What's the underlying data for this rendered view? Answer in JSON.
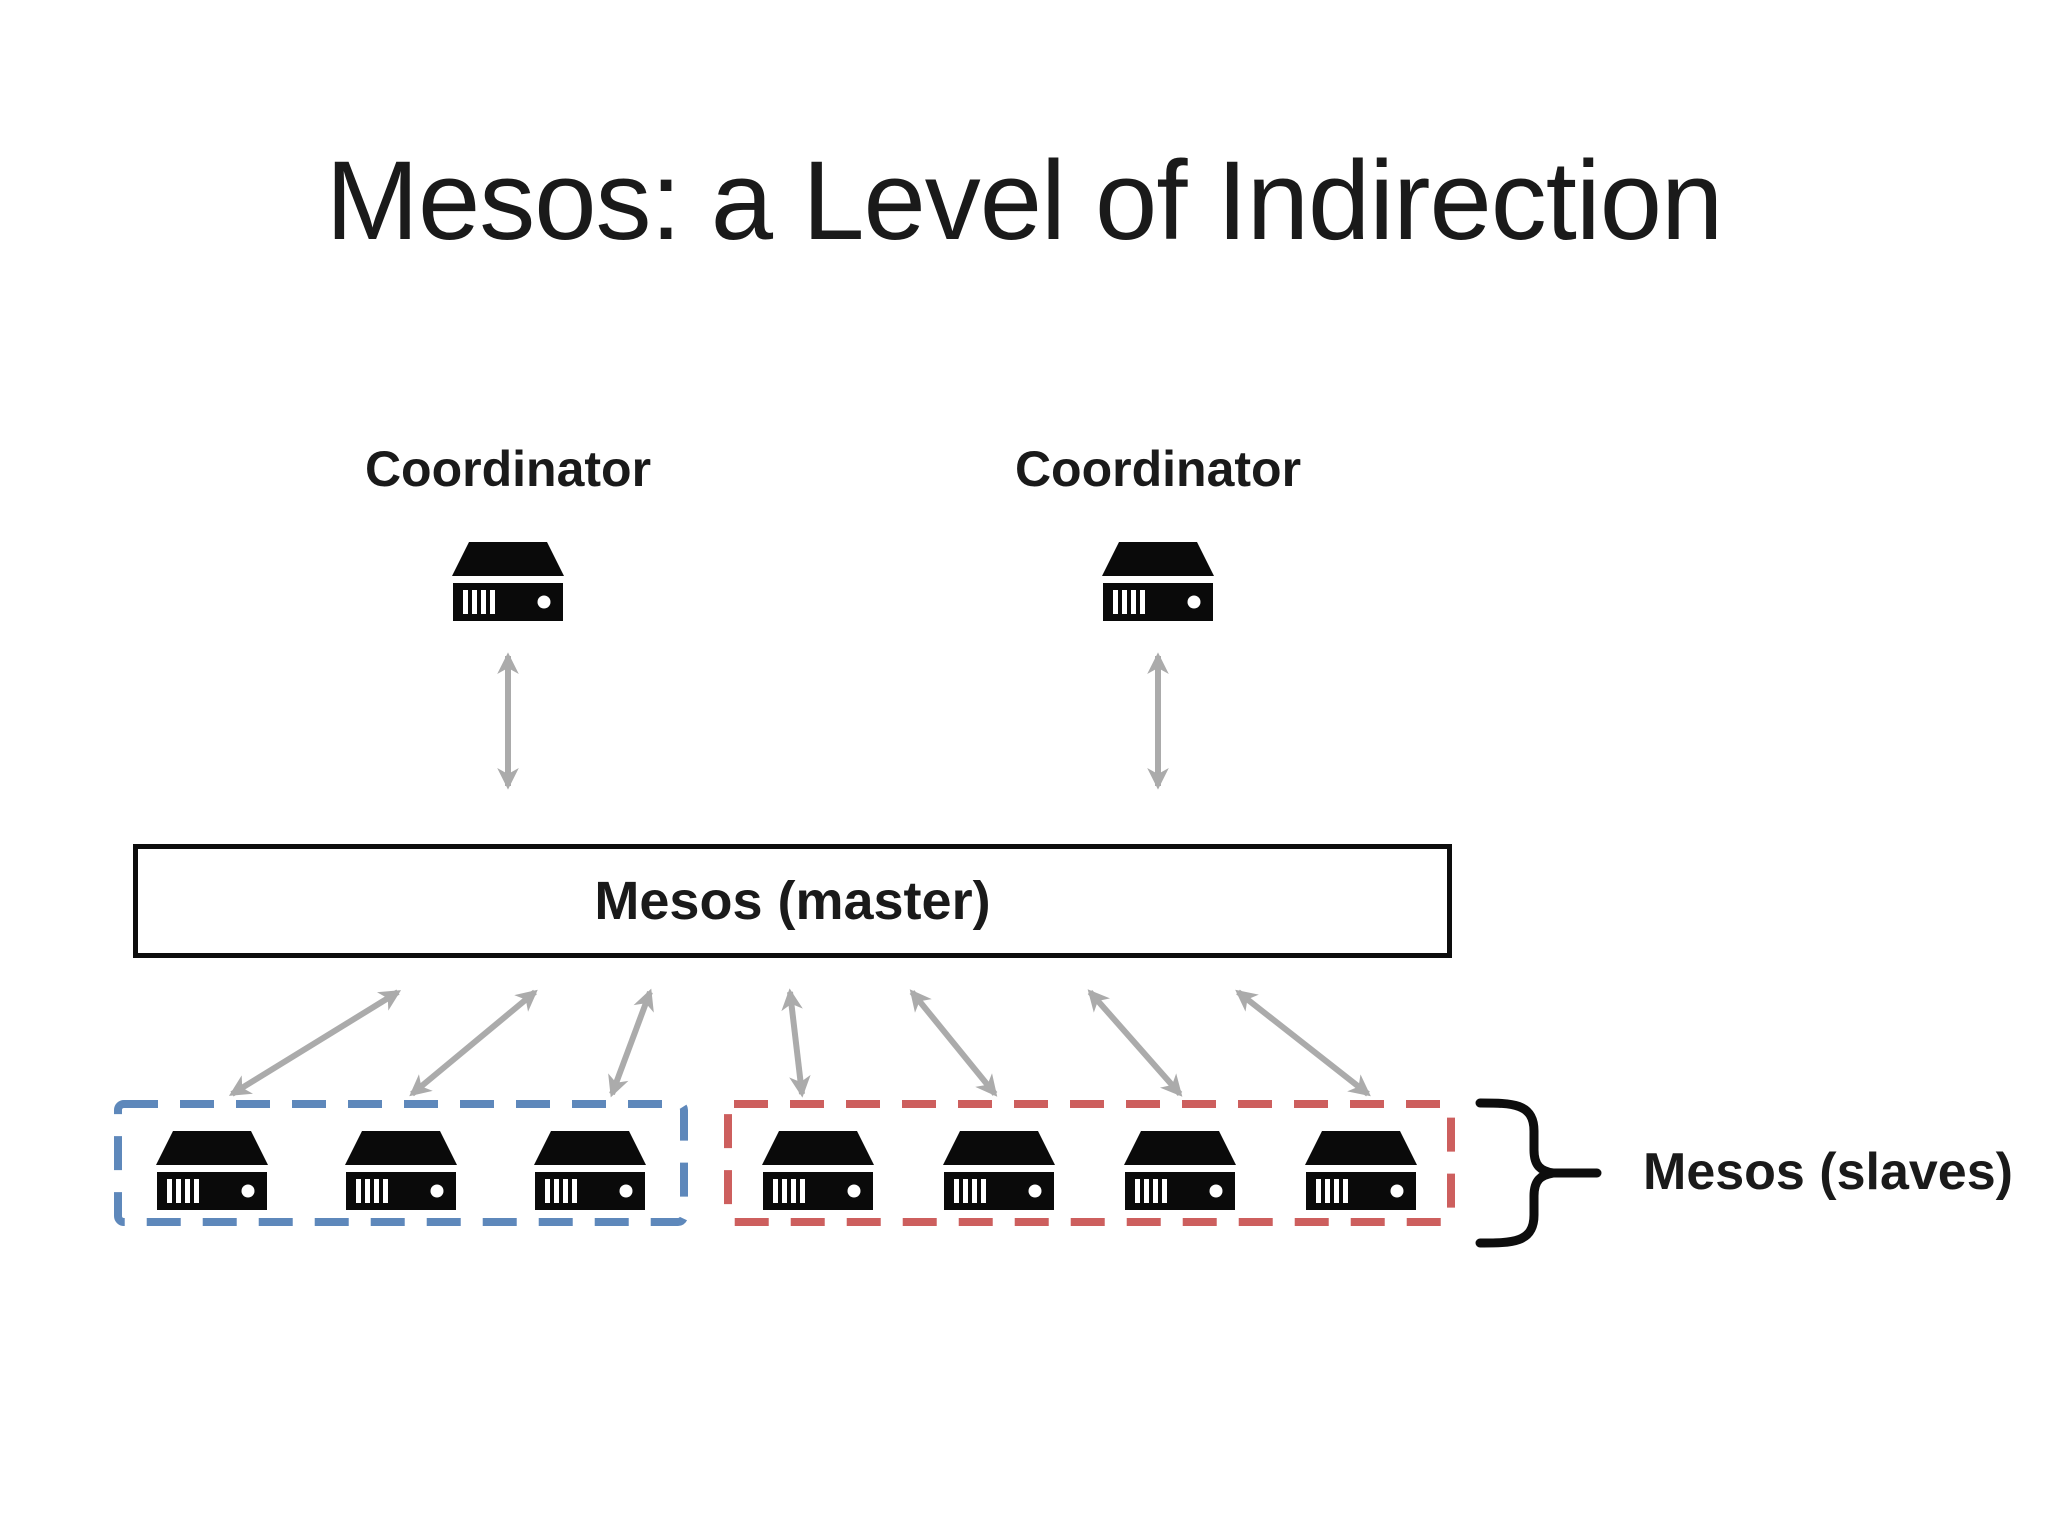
{
  "title": "Mesos: a Level of Indirection",
  "coordinators": [
    {
      "label": "Coordinator"
    },
    {
      "label": "Coordinator"
    }
  ],
  "master": {
    "label": "Mesos (master)"
  },
  "slaves": {
    "label": "Mesos (slaves)",
    "clusters": [
      {
        "id": "cluster-a",
        "color": "#5e88bb",
        "server_count": 3
      },
      {
        "id": "cluster-b",
        "color": "#cd5f5e",
        "server_count": 4
      }
    ]
  },
  "icons": {
    "server": "server-icon"
  },
  "colors": {
    "arrow_gray": "#ababab",
    "cluster_a_blue": "#5e88bb",
    "cluster_b_red": "#cd5f5e",
    "outline_black": "#0d0d0d",
    "text_black": "#1a1a1a"
  }
}
